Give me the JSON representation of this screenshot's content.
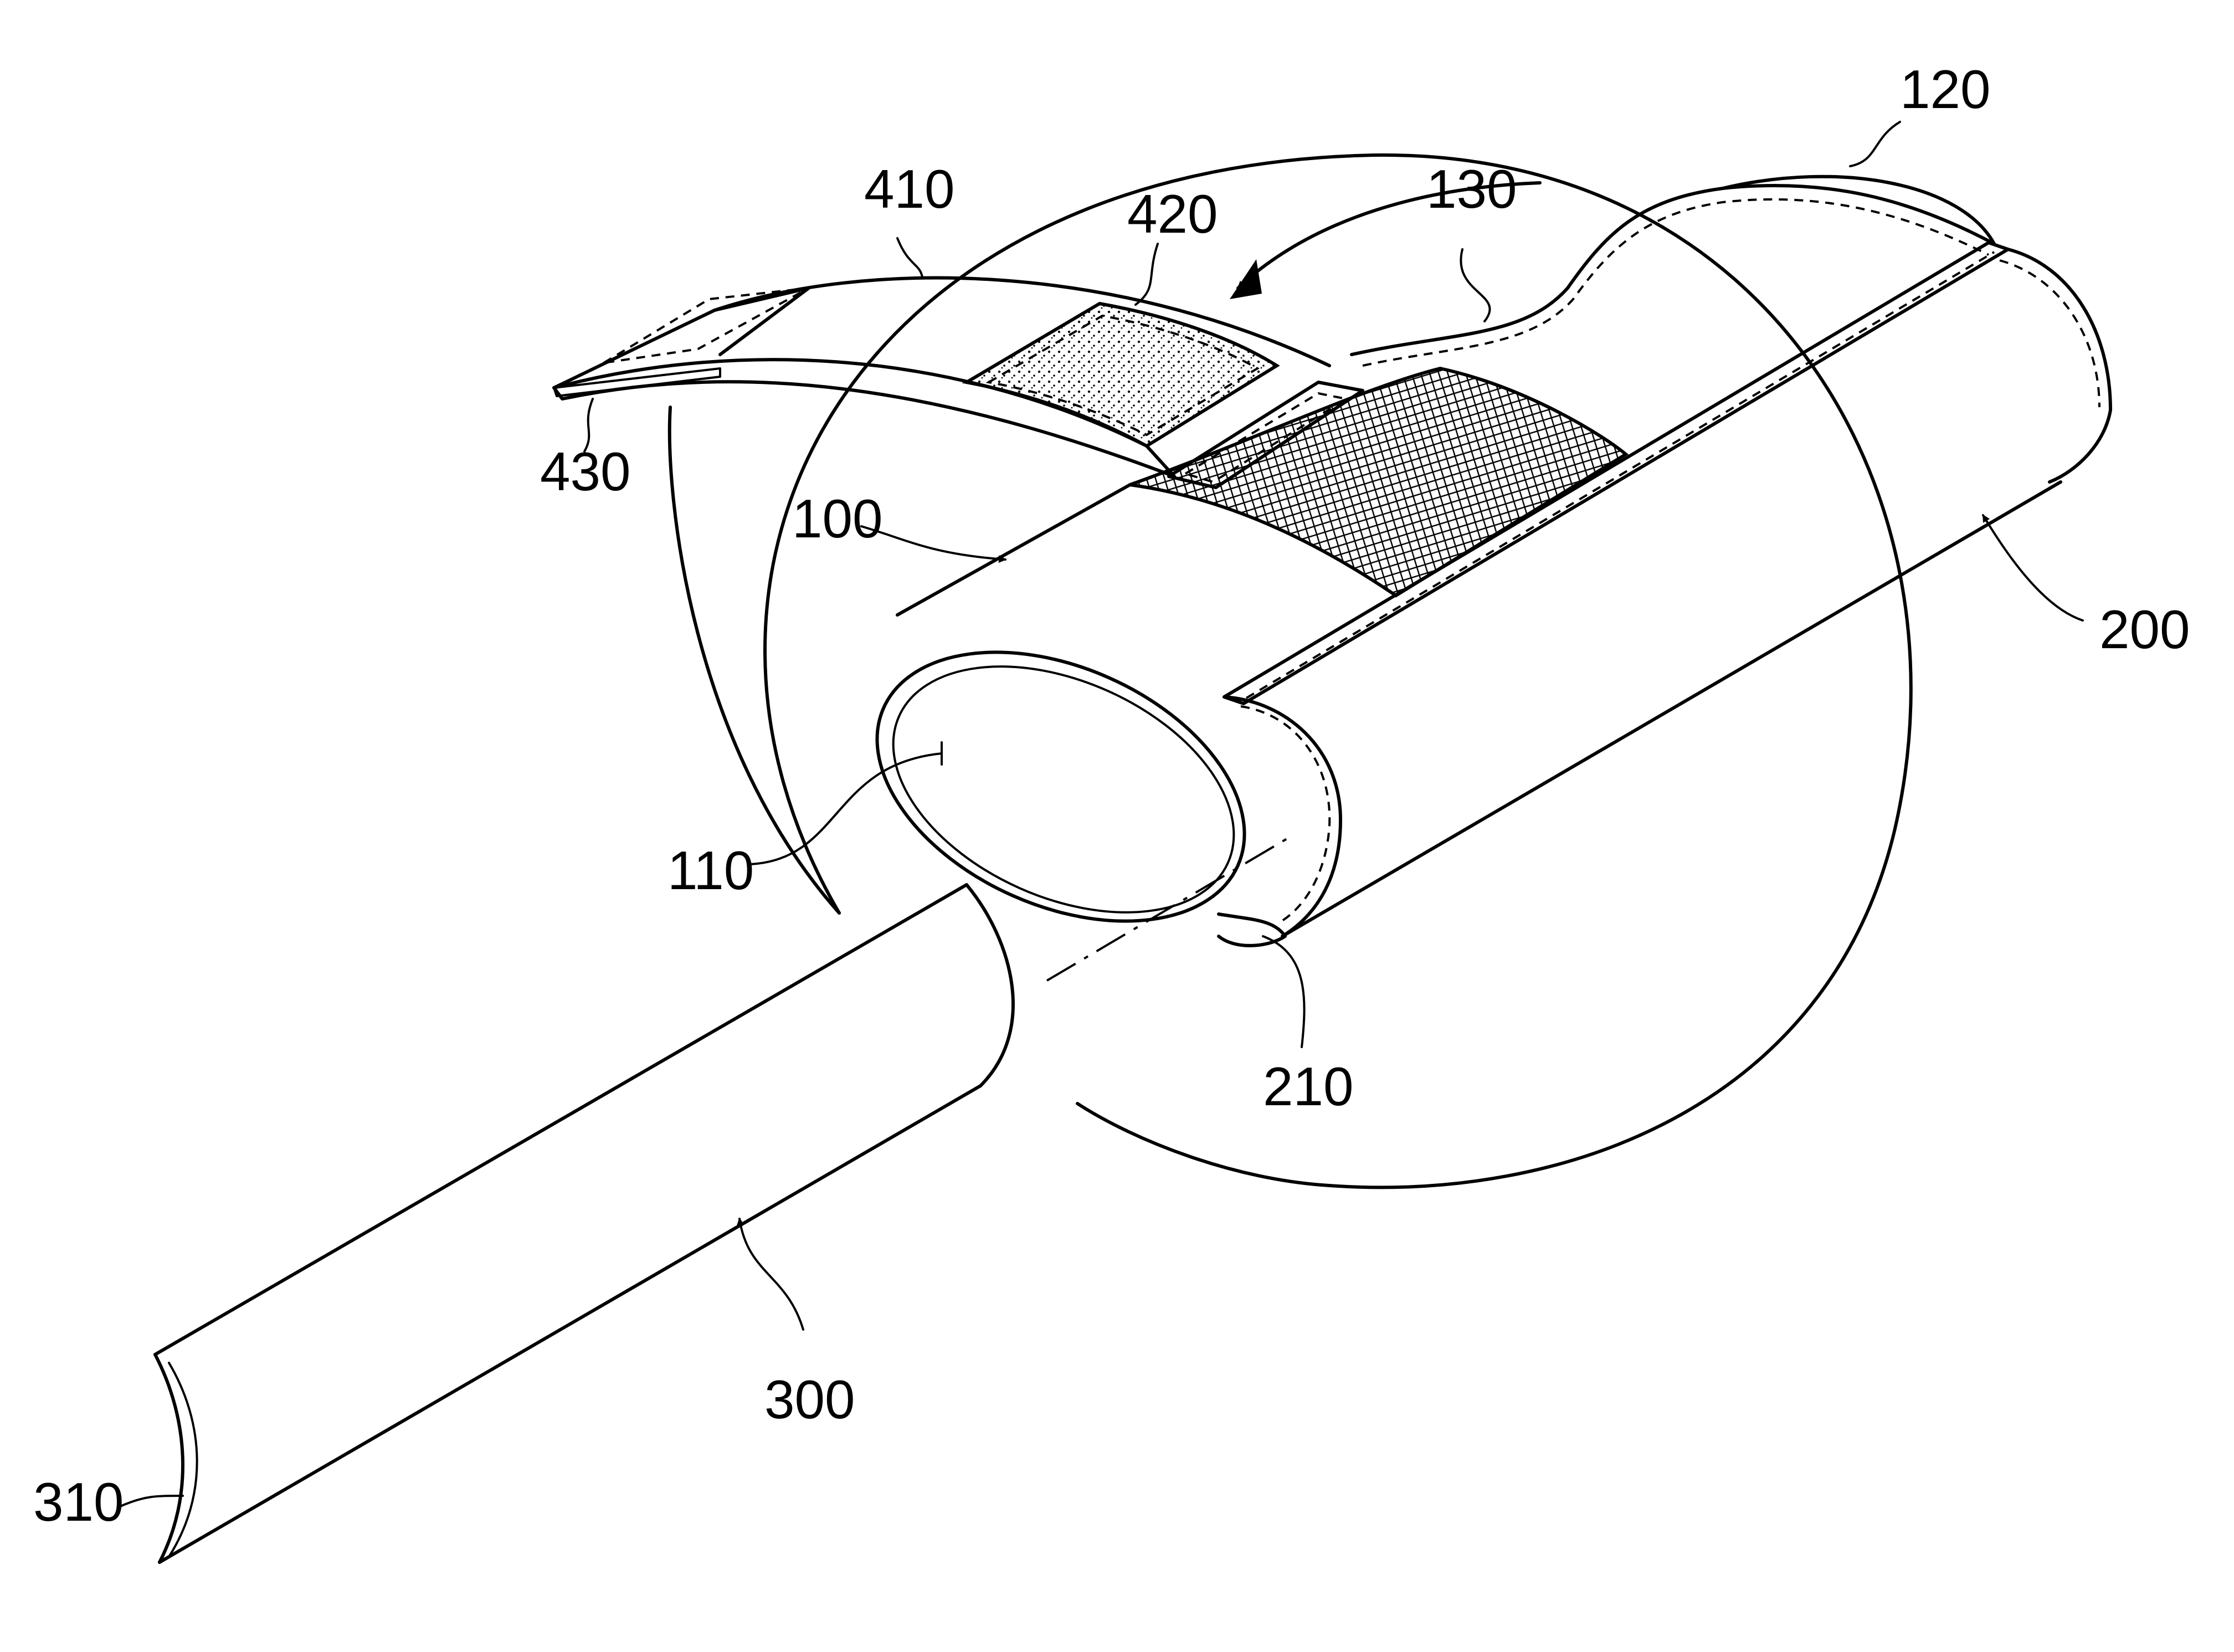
{
  "labels": {
    "l100": "100",
    "l110": "110",
    "l120": "120",
    "l130": "130",
    "l200": "200",
    "l210": "210",
    "l300": "300",
    "l310": "310",
    "l410": "410",
    "l420": "420",
    "l430": "430"
  },
  "colors": {
    "line": "#000000",
    "background": "#ffffff"
  }
}
